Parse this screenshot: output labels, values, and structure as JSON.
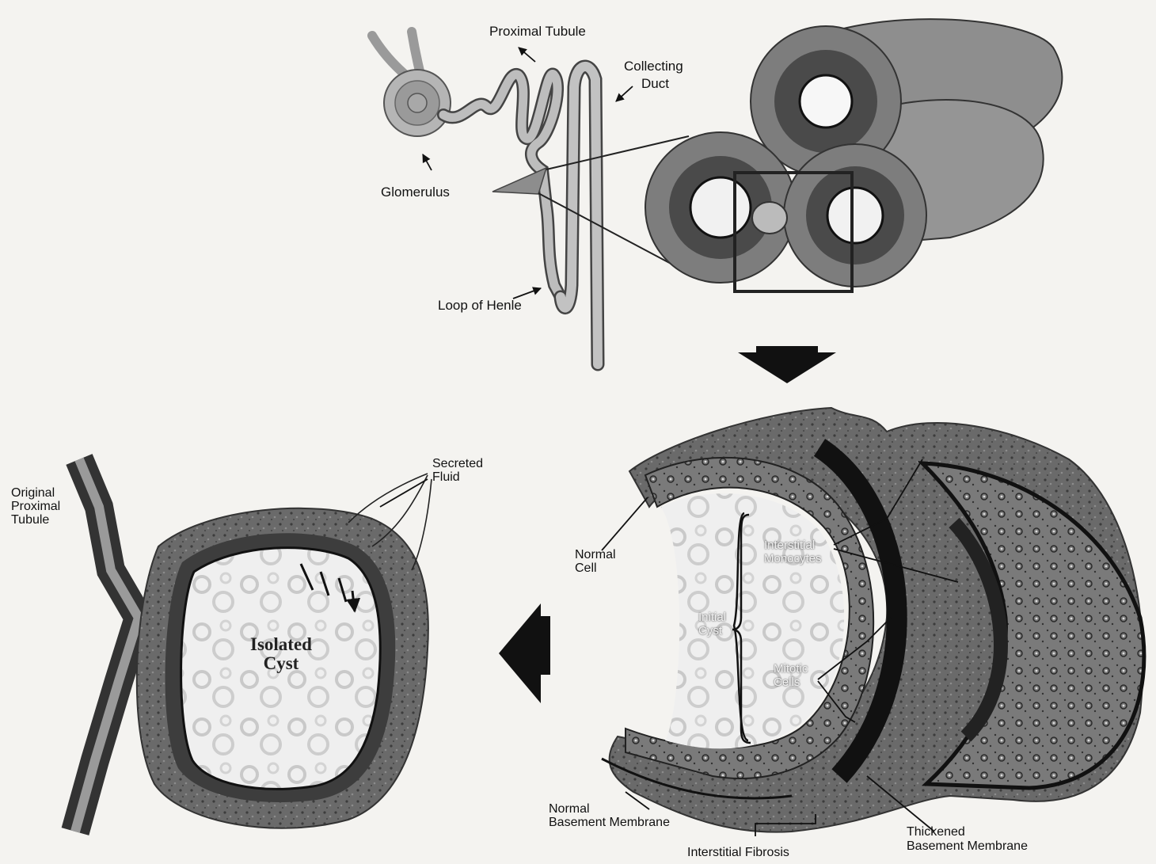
{
  "labels": {
    "proximal_tubule": "Proximal Tubule",
    "collecting_duct_1": "Collecting",
    "collecting_duct_2": "Duct",
    "glomerulus": "Glomerulus",
    "loop_of_henle": "Loop of Henle",
    "normal_cell_1": "Normal",
    "normal_cell_2": "Cell",
    "interstitial_monocytes_1": "Interstitial",
    "interstitial_monocytes_2": "Monocytes",
    "initial_cyst_1": "Initial",
    "initial_cyst_2": "Cyst",
    "mitotic_cells_1": "Mitotic",
    "mitotic_cells_2": "Cells",
    "normal_basement_membrane_1": "Normal",
    "normal_basement_membrane_2": "Basement Membrane",
    "thickened_basement_membrane_1": "Thickened",
    "thickened_basement_membrane_2": "Basement Membrane",
    "interstitial_fibrosis": "Interstitial Fibrosis",
    "original_proximal_tubule_1": "Original",
    "original_proximal_tubule_2": "Proximal",
    "original_proximal_tubule_3": "Tubule",
    "secreted_fluid_1": "Secreted",
    "secreted_fluid_2": "Fluid",
    "isolated_cyst_1": "Isolated",
    "isolated_cyst_2": "Cyst"
  }
}
